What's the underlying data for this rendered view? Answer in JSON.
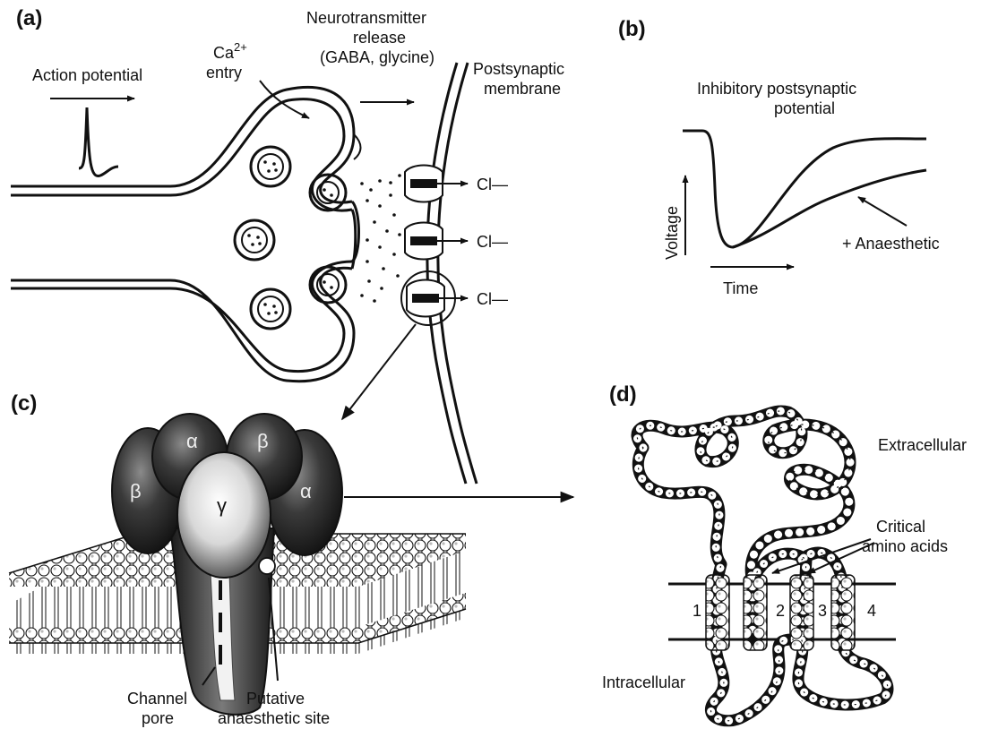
{
  "panels": {
    "a": {
      "label": "(a)",
      "action_potential": "Action potential",
      "ca_line1": "Ca",
      "ca_sup": "2+",
      "ca_line2": "entry",
      "nt_line1": "Neurotransmitter",
      "nt_line2": "release",
      "nt_line3": "(GABA, glycine)",
      "post_line1": "Postsynaptic",
      "post_line2": "membrane",
      "cl_labels": [
        "Cl—",
        "Cl—",
        "Cl—"
      ]
    },
    "b": {
      "label": "(b)",
      "title_line1": "Inhibitory postsynaptic",
      "title_line2": "potential",
      "ylabel": "Voltage",
      "xlabel": "Time",
      "annotation": "+ Anaesthetic"
    },
    "c": {
      "label": "(c)",
      "subunits": [
        "β",
        "α",
        "β",
        "α",
        "γ"
      ],
      "pore_line1": "Channel",
      "pore_line2": "pore",
      "site_line1": "Putative",
      "site_line2": "anaesthetic site"
    },
    "d": {
      "label": "(d)",
      "extracellular": "Extracellular",
      "intracellular": "Intracellular",
      "critical_line1": "Critical",
      "critical_line2": "amino acids",
      "helix_numbers": [
        "1",
        "2",
        "3",
        "4"
      ]
    }
  },
  "colors": {
    "ink": "#111111",
    "protein_dark": "#2a2a2a",
    "protein_mid": "#6e6e6e",
    "protein_light": "#e6e6e6",
    "background": "#ffffff"
  }
}
